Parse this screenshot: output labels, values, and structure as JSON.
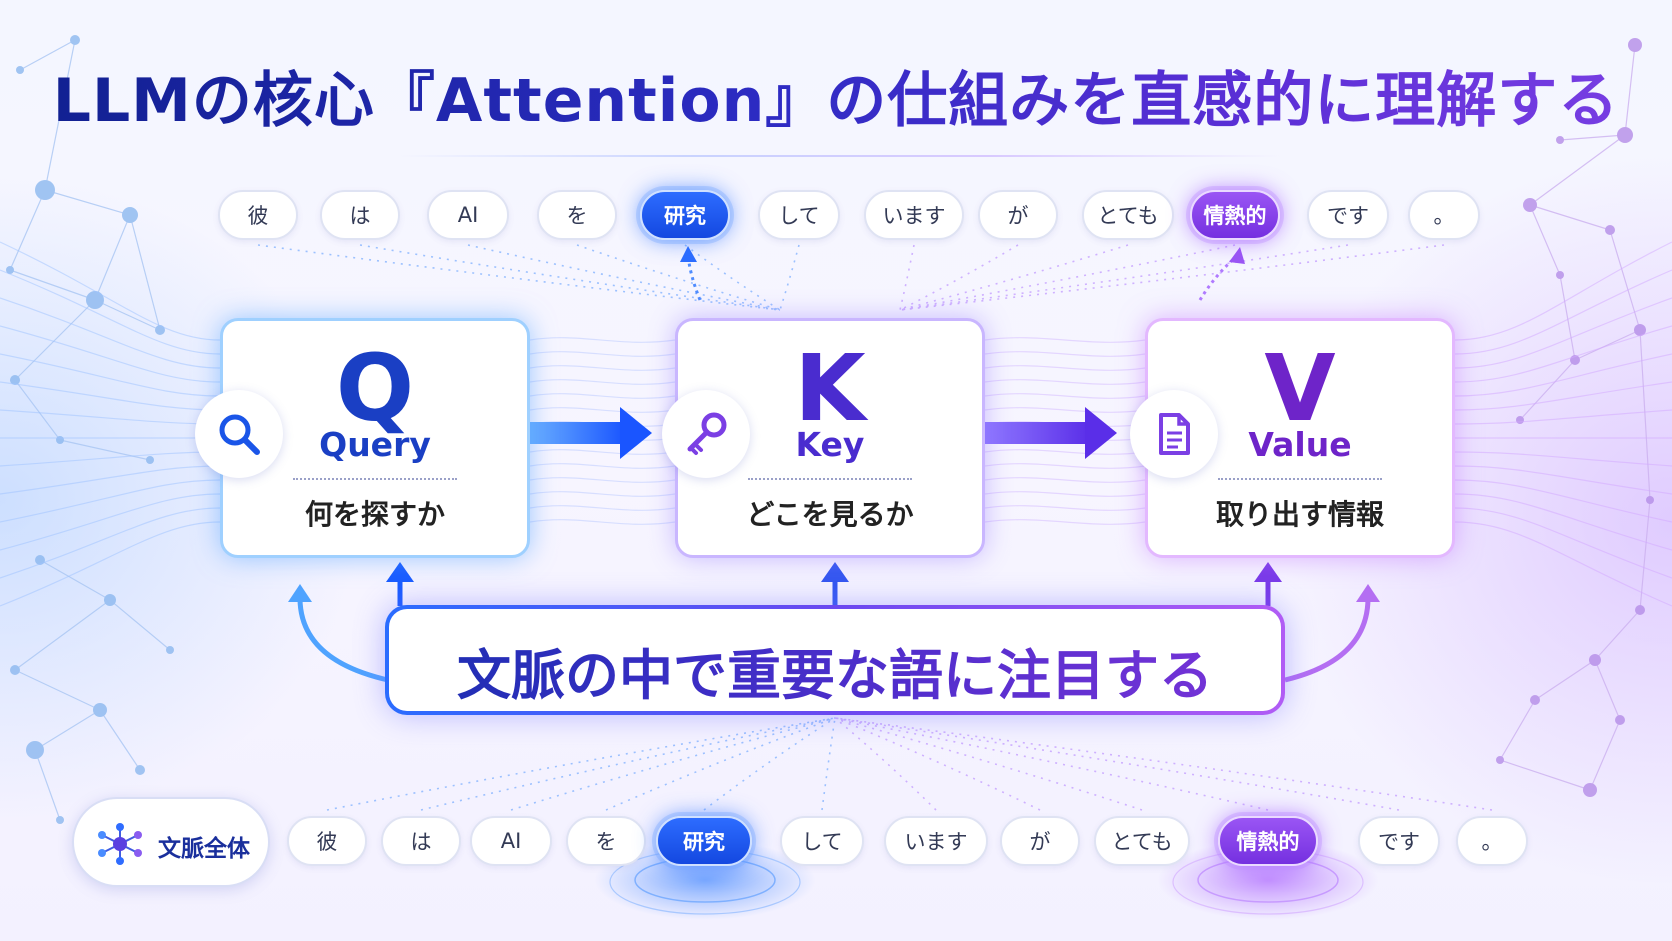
{
  "title": "LLMの核心『Attention』の仕組みを直感的に理解する",
  "top_tokens": [
    {
      "text": "彼",
      "highlight": "none"
    },
    {
      "text": "は",
      "highlight": "none"
    },
    {
      "text": "AI",
      "highlight": "none"
    },
    {
      "text": "を",
      "highlight": "none"
    },
    {
      "text": "研究",
      "highlight": "blue"
    },
    {
      "text": "して",
      "highlight": "none"
    },
    {
      "text": "います",
      "highlight": "none"
    },
    {
      "text": "が",
      "highlight": "none"
    },
    {
      "text": "とても",
      "highlight": "none"
    },
    {
      "text": "情熱的",
      "highlight": "purple"
    },
    {
      "text": "です",
      "highlight": "none"
    },
    {
      "text": "。",
      "highlight": "none"
    }
  ],
  "bottom_tokens": [
    {
      "text": "彼",
      "highlight": "none"
    },
    {
      "text": "は",
      "highlight": "none"
    },
    {
      "text": "AI",
      "highlight": "none"
    },
    {
      "text": "を",
      "highlight": "none"
    },
    {
      "text": "研究",
      "highlight": "blue"
    },
    {
      "text": "して",
      "highlight": "none"
    },
    {
      "text": "います",
      "highlight": "none"
    },
    {
      "text": "が",
      "highlight": "none"
    },
    {
      "text": "とても",
      "highlight": "none"
    },
    {
      "text": "情熱的",
      "highlight": "purple"
    },
    {
      "text": "です",
      "highlight": "none"
    },
    {
      "text": "。",
      "highlight": "none"
    }
  ],
  "cards": {
    "query": {
      "letter": "Q",
      "word": "Query",
      "desc": "何を探すか",
      "icon": "search-icon"
    },
    "key": {
      "letter": "K",
      "word": "Key",
      "desc": "どこを見るか",
      "icon": "key-icon"
    },
    "value": {
      "letter": "V",
      "word": "Value",
      "desc": "取り出す情報",
      "icon": "document-icon"
    }
  },
  "banner": "文脈の中で重要な語に注目する",
  "context_label": "文脈全体",
  "colors": {
    "blue": "#1448e0",
    "indigo": "#4a2ccf",
    "purple": "#7530e0",
    "title_dark": "#10208f"
  }
}
